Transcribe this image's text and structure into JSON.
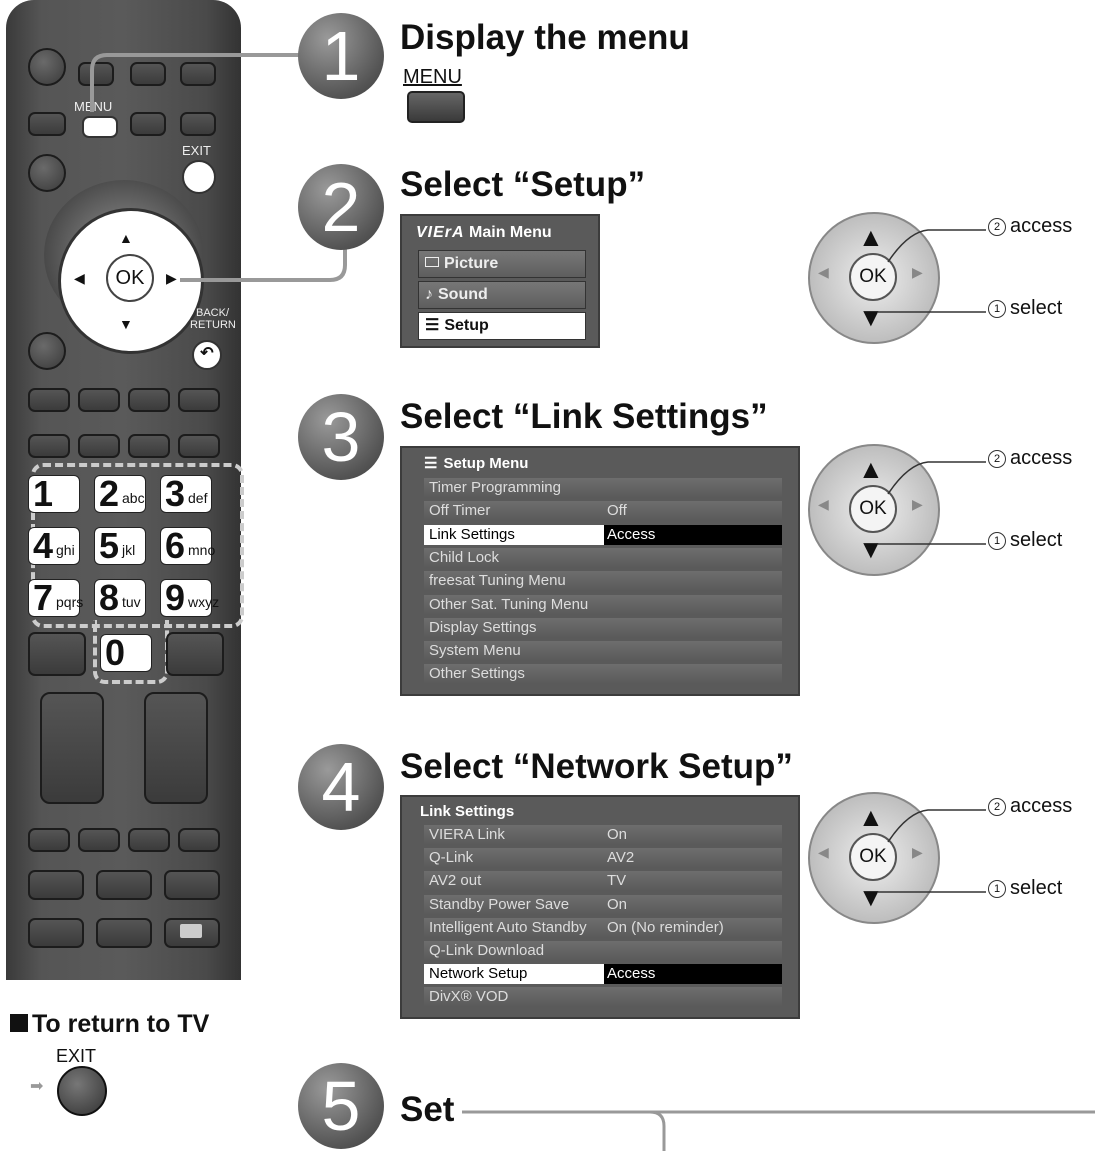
{
  "remote": {
    "menu_label": "MENU",
    "exit_label": "EXIT",
    "ok_label": "OK",
    "back_return_label_1": "BACK/",
    "back_return_label_2": "RETURN",
    "keys": [
      {
        "digit": "1",
        "letters": ""
      },
      {
        "digit": "2",
        "letters": "abc"
      },
      {
        "digit": "3",
        "letters": "def"
      },
      {
        "digit": "4",
        "letters": "ghi"
      },
      {
        "digit": "5",
        "letters": "jkl"
      },
      {
        "digit": "6",
        "letters": "mno"
      },
      {
        "digit": "7",
        "letters": "pqrs"
      },
      {
        "digit": "8",
        "letters": "tuv"
      },
      {
        "digit": "9",
        "letters": "wxyz"
      },
      {
        "digit": "0",
        "letters": ""
      }
    ]
  },
  "return_to_tv": {
    "title": "To return to TV",
    "exit_label": "EXIT"
  },
  "steps": [
    {
      "number": "1",
      "title": "Display the menu",
      "button_label": "MENU"
    },
    {
      "number": "2",
      "title": "Select “Setup”"
    },
    {
      "number": "3",
      "title": "Select “Link Settings”"
    },
    {
      "number": "4",
      "title": "Select “Network Setup”"
    },
    {
      "number": "5",
      "title": "Set"
    }
  ],
  "main_menu": {
    "brand": "VIErA",
    "title": "Main Menu",
    "items": [
      "Picture",
      "Sound",
      "Setup"
    ],
    "selected": "Setup"
  },
  "setup_menu": {
    "title": "Setup Menu",
    "rows": [
      {
        "label": "Timer Programming",
        "value": ""
      },
      {
        "label": "Off Timer",
        "value": "Off"
      },
      {
        "label": "Link Settings",
        "value": "Access"
      },
      {
        "label": "Child Lock",
        "value": ""
      },
      {
        "label": "freesat Tuning Menu",
        "value": ""
      },
      {
        "label": "Other Sat. Tuning Menu",
        "value": ""
      },
      {
        "label": "Display Settings",
        "value": ""
      },
      {
        "label": "System Menu",
        "value": ""
      },
      {
        "label": "Other Settings",
        "value": ""
      }
    ],
    "selected_index": 2
  },
  "link_menu": {
    "title": "Link Settings",
    "rows": [
      {
        "label": "VIERA Link",
        "value": "On"
      },
      {
        "label": "Q-Link",
        "value": "AV2"
      },
      {
        "label": "AV2 out",
        "value": "TV"
      },
      {
        "label": "Standby Power Save",
        "value": "On"
      },
      {
        "label": "Intelligent Auto Standby",
        "value": "On (No reminder)"
      },
      {
        "label": "Q-Link Download",
        "value": ""
      },
      {
        "label": "Network Setup",
        "value": "Access"
      },
      {
        "label": "DivX® VOD",
        "value": ""
      }
    ],
    "selected_index": 6
  },
  "ok_pad": {
    "ok_label": "OK",
    "access_num": "2",
    "access_label": "access",
    "select_num": "1",
    "select_label": "select"
  }
}
